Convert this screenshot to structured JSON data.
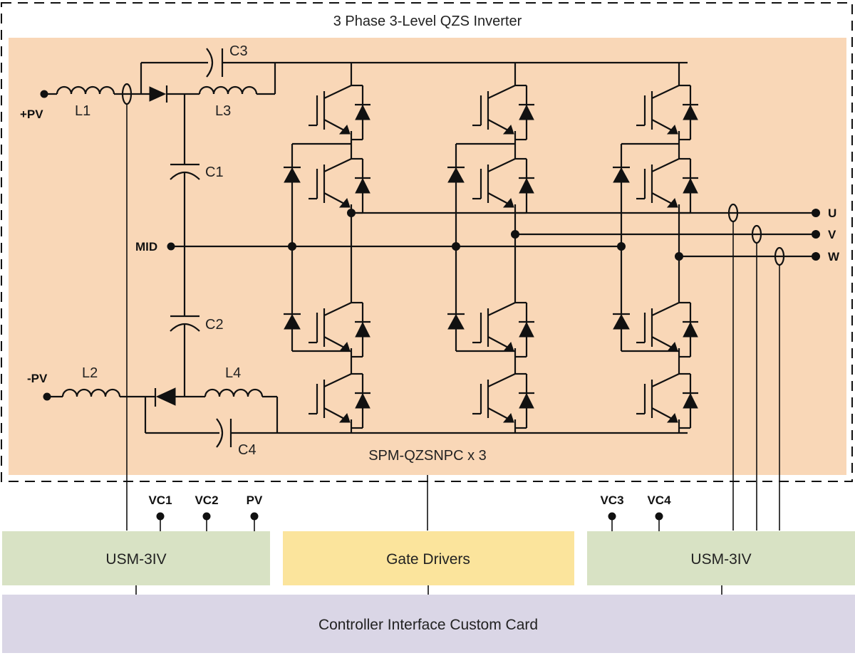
{
  "title": "3 Phase 3-Level QZS Inverter",
  "module_label": "SPM-QZSNPC x 3",
  "colors": {
    "module_bg": "#f9d7b7",
    "usm_bg": "#d8e2c4",
    "gate_bg": "#fbe49c",
    "controller_bg": "#dad6e6",
    "wire": "#111111"
  },
  "inputs": {
    "pos": "+PV",
    "neg": "-PV",
    "mid": "MID"
  },
  "components": {
    "L1": "L1",
    "L2": "L2",
    "L3": "L3",
    "L4": "L4",
    "C1": "C1",
    "C2": "C2",
    "C3": "C3",
    "C4": "C4"
  },
  "outputs": [
    "U",
    "V",
    "W"
  ],
  "sense_left": [
    "VC1",
    "VC2",
    "PV"
  ],
  "sense_right": [
    "VC3",
    "VC4"
  ],
  "blocks": {
    "usm_left": "USM-3IV",
    "gate_drivers": "Gate Drivers",
    "usm_right": "USM-3IV",
    "controller": "Controller Interface Custom Card"
  }
}
